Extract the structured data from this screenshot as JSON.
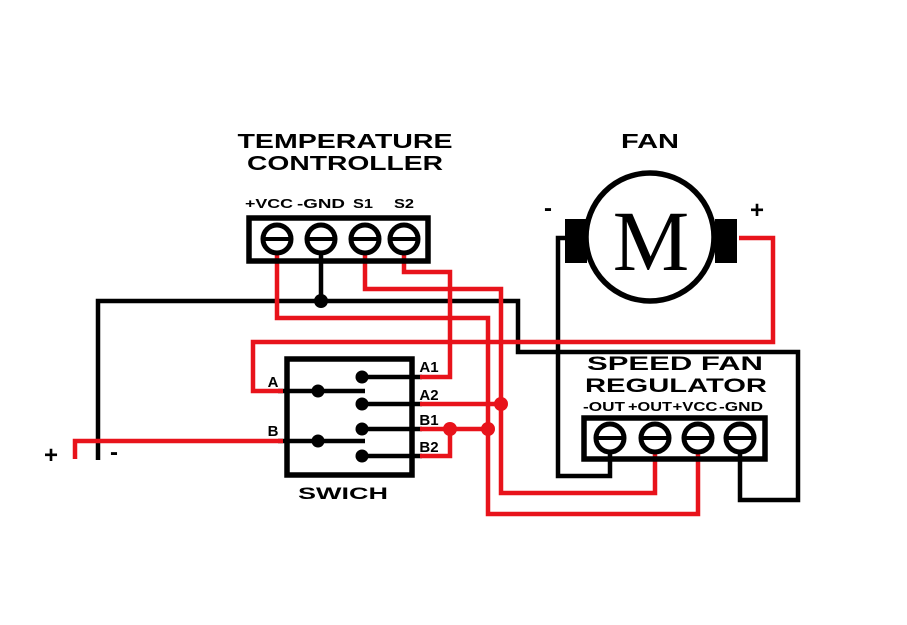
{
  "colors": {
    "wire_red": "#e8131b",
    "black": "#000000",
    "background": "#ffffff"
  },
  "temperature_controller": {
    "title_line1": "TEMPERATURE",
    "title_line2": "CONTROLLER",
    "terminals": [
      "+VCC",
      "-GND",
      "S1",
      "S2"
    ]
  },
  "fan": {
    "title": "FAN",
    "motor_letter": "M",
    "polarity_minus": "-",
    "polarity_plus": "+"
  },
  "speed_fan_regulator": {
    "title_line1": "SPEED FAN",
    "title_line2": "REGULATOR",
    "terminals": [
      "-OUT",
      "+OUT",
      "+VCC",
      "-GND"
    ]
  },
  "switch": {
    "title": "SWICH",
    "pole_labels": [
      "A",
      "B"
    ],
    "contact_labels": [
      "A1",
      "A2",
      "B1",
      "B2"
    ]
  },
  "power_supply": {
    "plus": "+",
    "minus": "-"
  }
}
